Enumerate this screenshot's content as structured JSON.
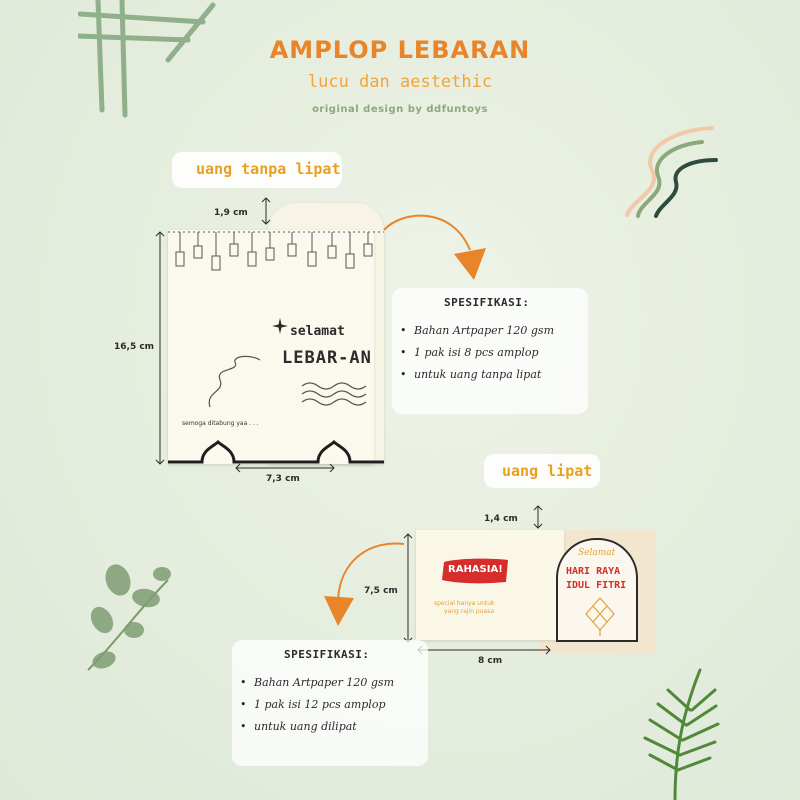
{
  "header": {
    "title": "AMPLOP LEBARAN",
    "subtitle": "lucu dan aestethic",
    "credit": "original design by ddfuntoys"
  },
  "product1": {
    "label": "uang tanpa lipat",
    "envelope_text": {
      "greeting": "selamat",
      "headline": "LEBAR-AN",
      "footnote": "semoga ditabung yaa . . ."
    },
    "dimensions": {
      "flap": "1,9 cm",
      "height": "16,5 cm",
      "width": "7,3 cm"
    },
    "specs_title": "SPESIFIKASI:",
    "specs": [
      "Bahan Artpaper 120 gsm",
      "1 pak isi 8 pcs amplop",
      "untuk uang tanpa lipat"
    ]
  },
  "product2": {
    "label": "uang lipat",
    "envelope_text": {
      "badge": "RAHASIA!",
      "note_line1": "special hanya untuk",
      "note_line2": "yang rajin puasa",
      "greeting": "Selamat",
      "headline_line1": "HARI RAYA",
      "headline_line2": "IDUL FITRI"
    },
    "dimensions": {
      "flap": "1,4 cm",
      "height": "7,5 cm",
      "width": "8 cm"
    },
    "specs_title": "SPESIFIKASI:",
    "specs": [
      "Bahan Artpaper 120 gsm",
      "1 pak isi 12 pcs amplop",
      "untuk uang dilipat"
    ]
  },
  "colors": {
    "accent_orange": "#e8842a",
    "label_yellow": "#e8a020",
    "leaf_green": "#6f9a5a",
    "sage": "#9bb98c",
    "badge_red": "#d62e2a",
    "text_dark": "#2b2b2b"
  },
  "bullet_glyph": "•"
}
